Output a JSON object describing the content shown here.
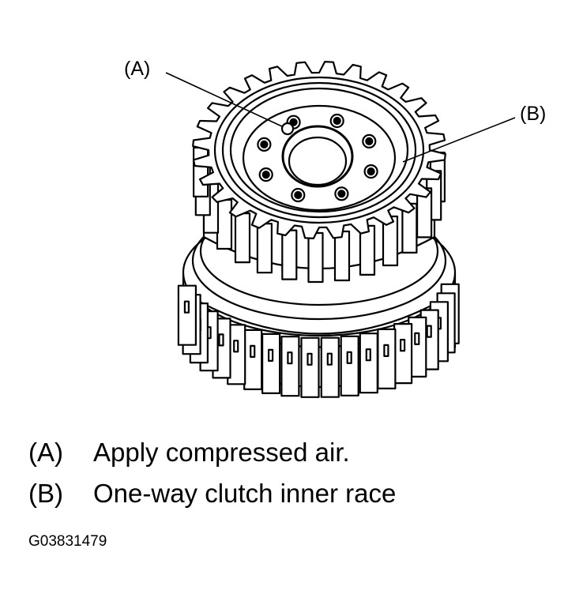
{
  "callouts": {
    "a": "(A)",
    "b": "(B)"
  },
  "legend": [
    {
      "key": "(A)",
      "text": "Apply compressed air."
    },
    {
      "key": "(B)",
      "text": "One-way clutch inner race"
    }
  ],
  "figure_code": "G03831479"
}
